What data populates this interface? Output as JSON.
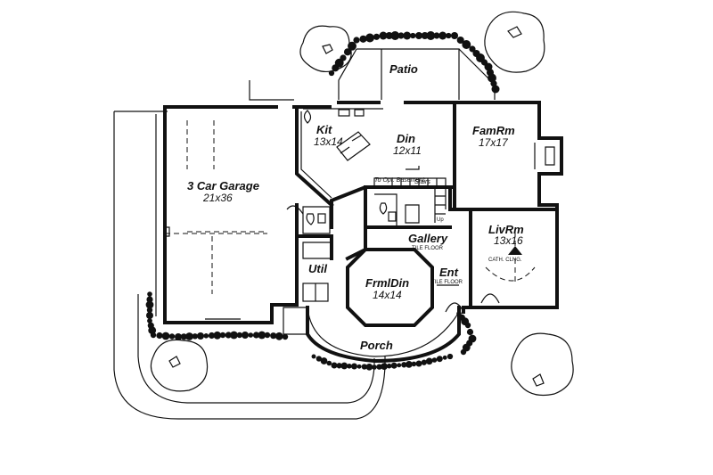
{
  "rooms": {
    "patio": {
      "name": "Patio"
    },
    "kitchen": {
      "name": "Kit",
      "dims": "13x14"
    },
    "dining": {
      "name": "Din",
      "dims": "12x11"
    },
    "family": {
      "name": "FamRm",
      "dims": "17x17"
    },
    "garage": {
      "name": "3 Car Garage",
      "dims": "21x36"
    },
    "gallery": {
      "name": "Gallery",
      "note": "TILE FLOOR"
    },
    "living": {
      "name": "LivRm",
      "dims": "13x16",
      "note": "CATH. CLNG."
    },
    "utility": {
      "name": "Util"
    },
    "formal_dining": {
      "name": "FrmlDin",
      "dims": "14x14"
    },
    "entry": {
      "name": "Ent",
      "note": "TILE FLOOR"
    },
    "porch": {
      "name": "Porch"
    }
  },
  "labels": {
    "to_basement": "To Opt. Basement",
    "stairs": "Stairs",
    "up": "Up"
  },
  "colors": {
    "ink": "#111111",
    "paper": "#ffffff"
  }
}
